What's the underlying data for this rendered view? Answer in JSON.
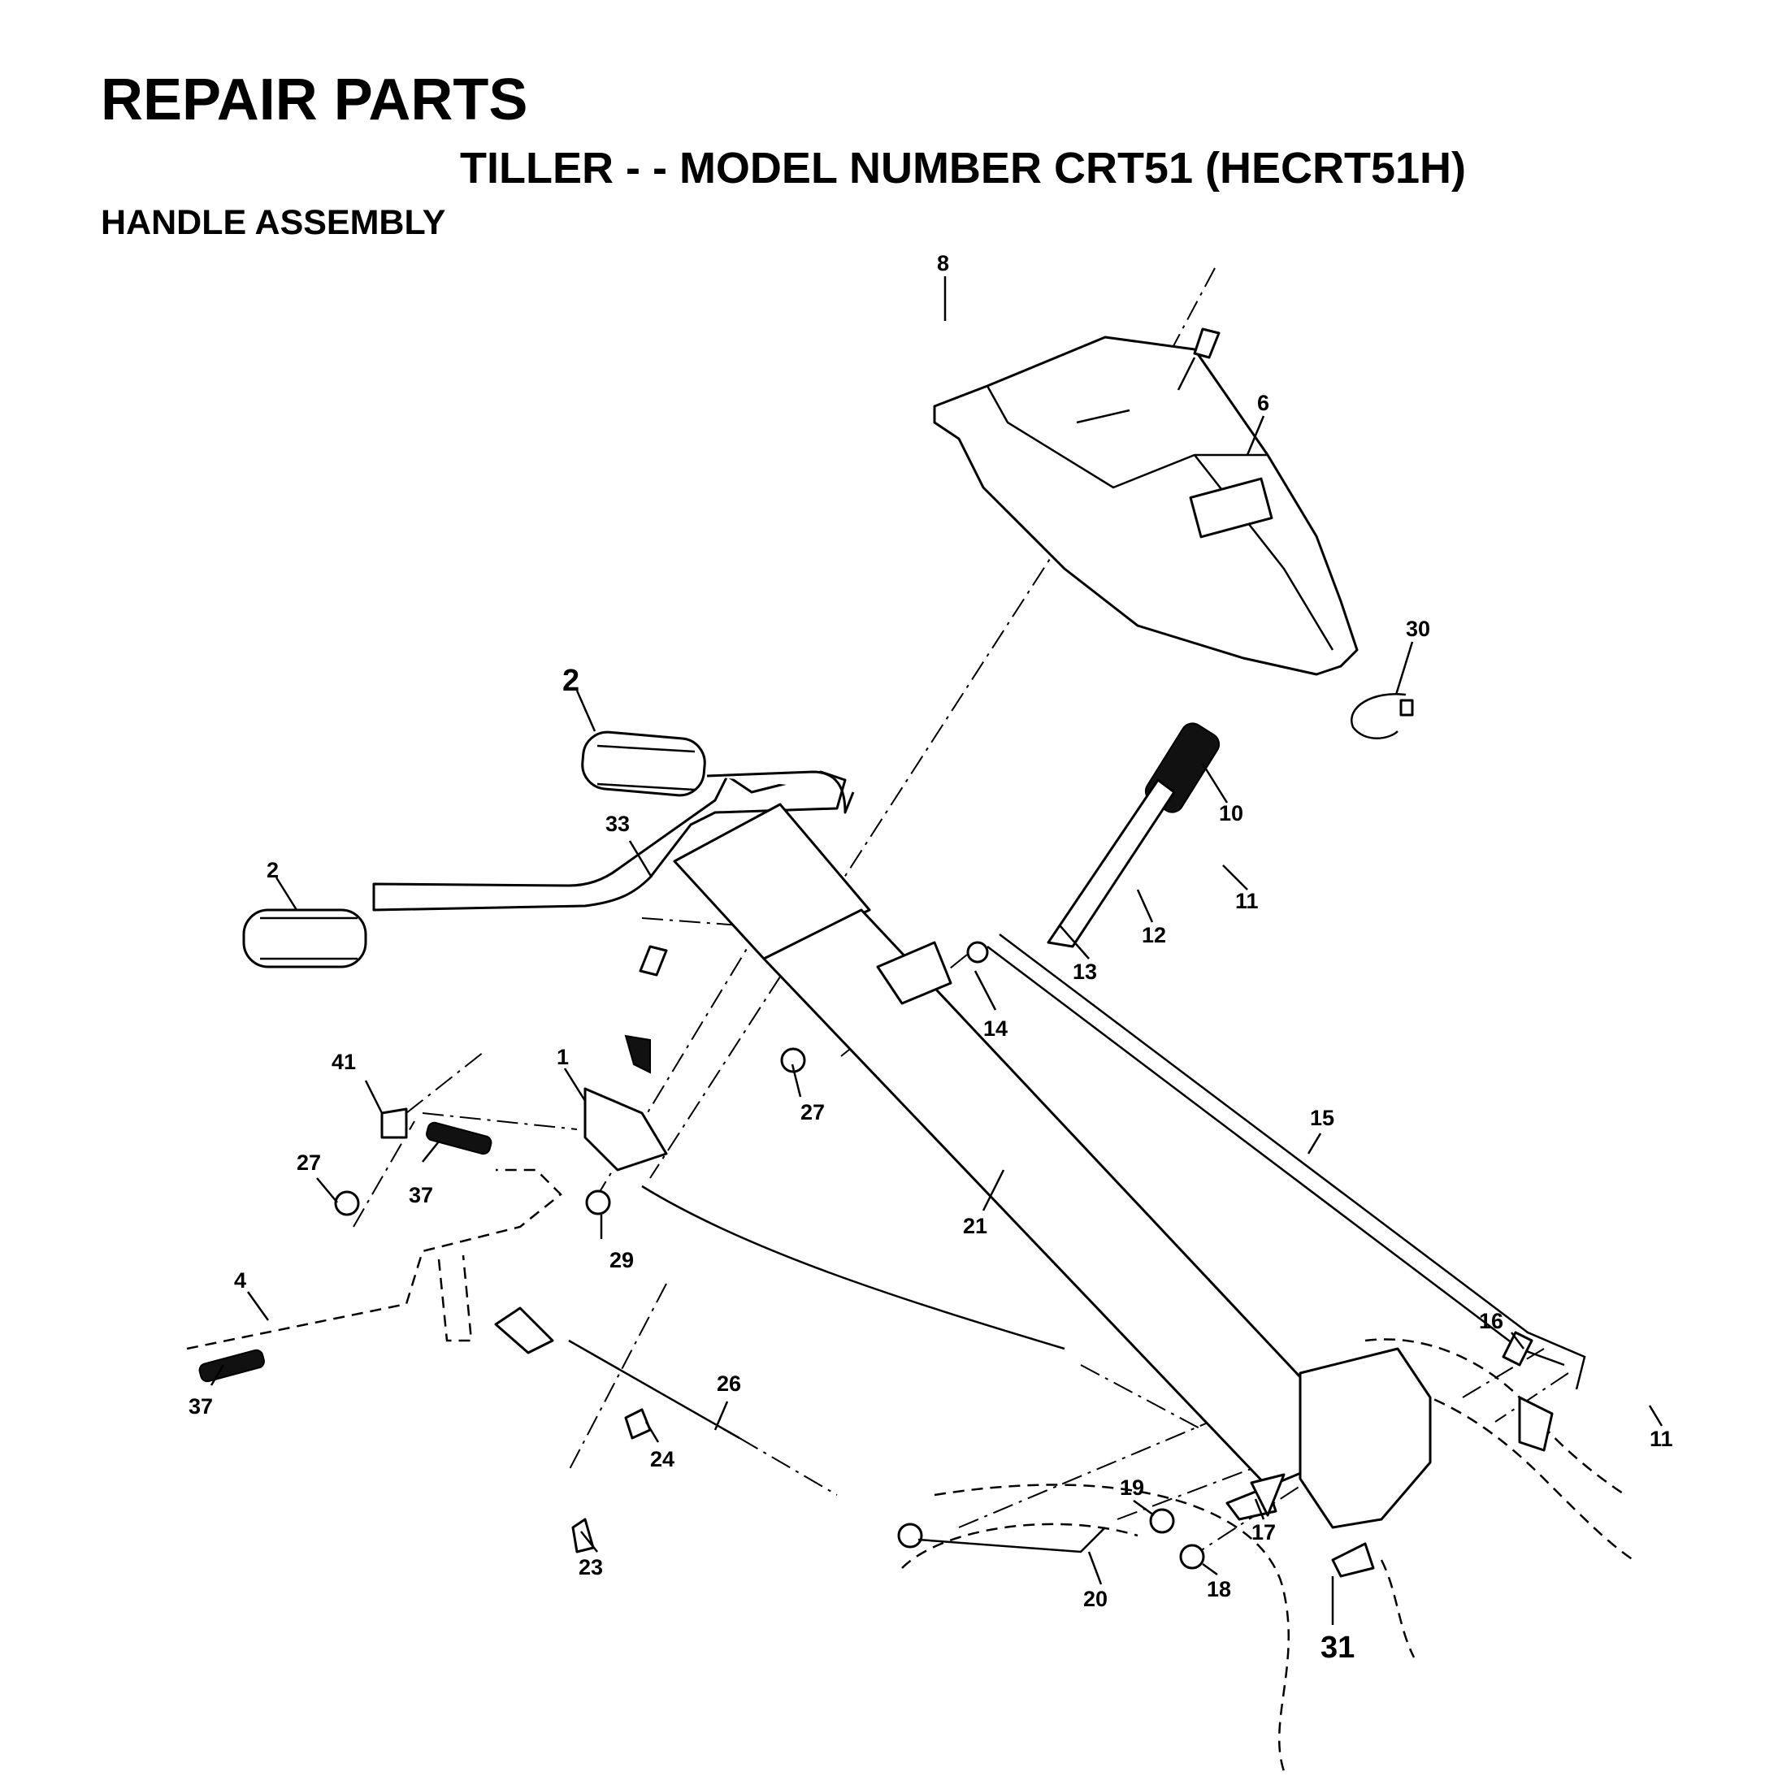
{
  "header": {
    "title": "REPAIR PARTS",
    "subtitle": "TILLER - - MODEL NUMBER CRT51 (HECRT51H)",
    "section": "HANDLE ASSEMBLY"
  },
  "callouts": {
    "c1": "1",
    "c2a": "2",
    "c2b": "2",
    "c4": "4",
    "c6": "6",
    "c8": "8",
    "c10": "10",
    "c11a": "11",
    "c11b": "11",
    "c12": "12",
    "c13": "13",
    "c14": "14",
    "c15": "15",
    "c16": "16",
    "c17": "17",
    "c18": "18",
    "c19": "19",
    "c20": "20",
    "c21": "21",
    "c23": "23",
    "c24": "24",
    "c26": "26",
    "c27a": "27",
    "c27b": "27",
    "c29": "29",
    "c30": "30",
    "c31": "31",
    "c33": "33",
    "c37a": "37",
    "c37b": "37",
    "c41": "41"
  }
}
